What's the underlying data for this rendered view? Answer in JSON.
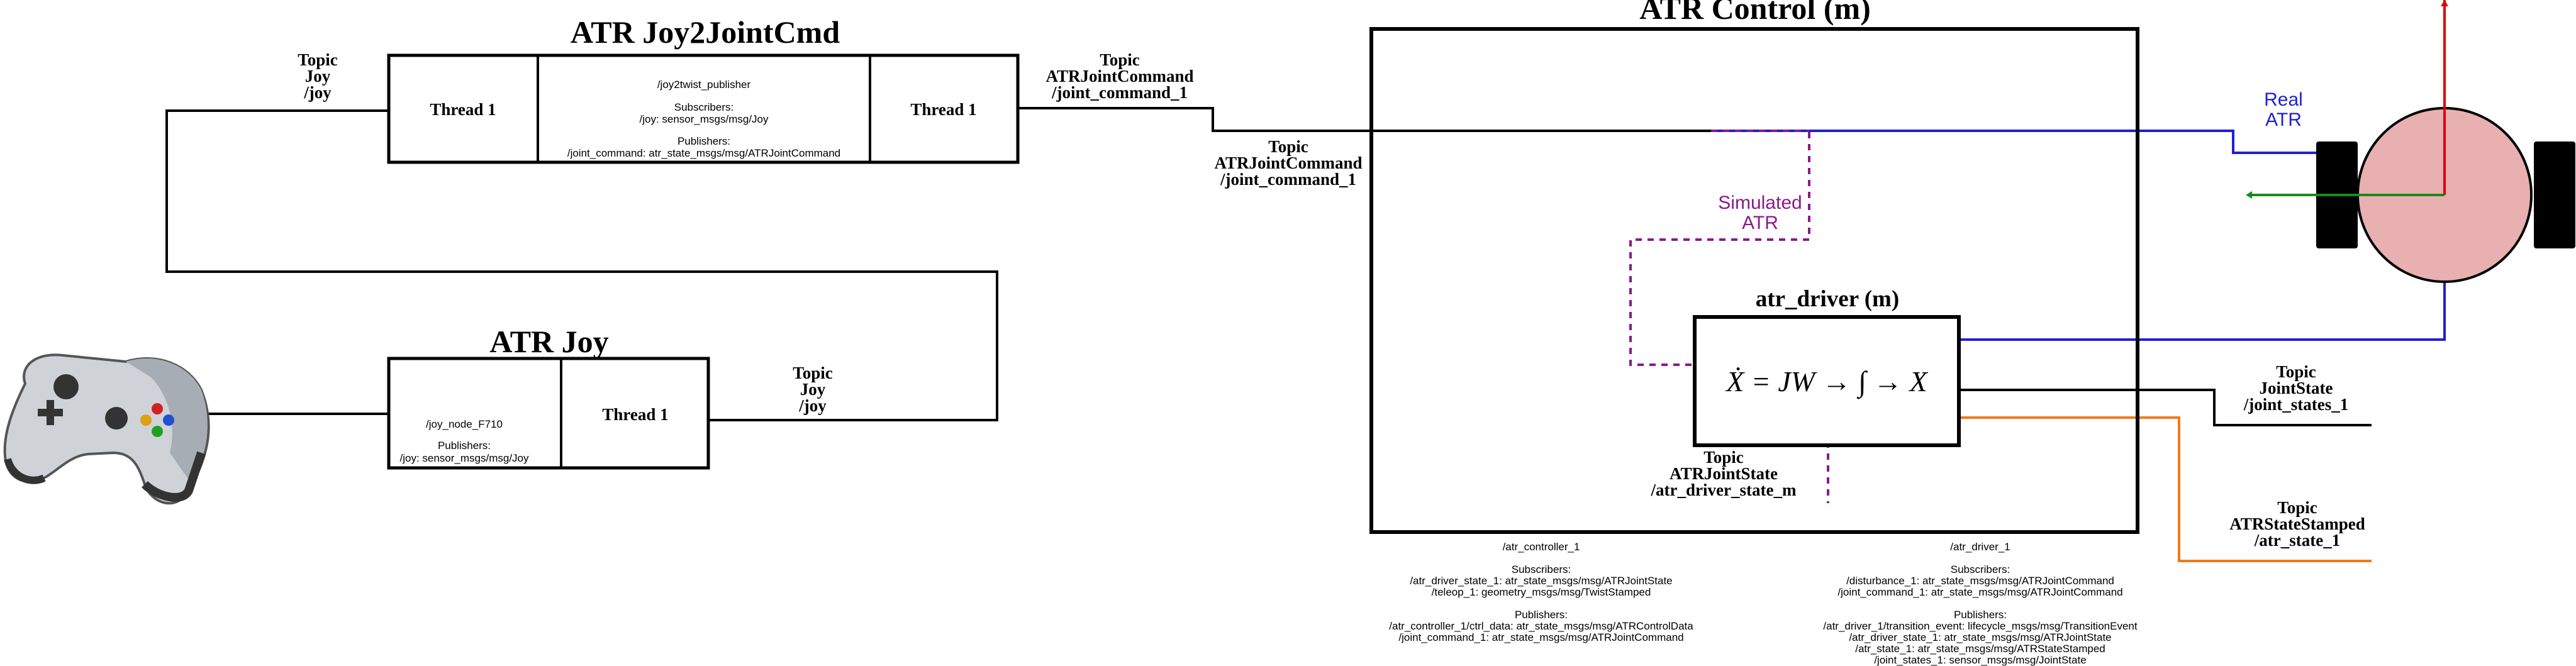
{
  "joy2jointcmd": {
    "title": "ATR Joy2JointCmd",
    "thread_left": "Thread 1",
    "thread_right": "Thread 1",
    "node_name": "/joy2twist_publisher",
    "subscribers_label": "Subscribers:",
    "subscriber_1": "/joy: sensor_msgs/msg/Joy",
    "publishers_label": "Publishers:",
    "publisher_1": "/joint_command: atr_state_msgs/msg/ATRJointCommand"
  },
  "joy": {
    "title": "ATR Joy",
    "node_name": "/joy_node_F710",
    "publishers_label": "Publishers:",
    "publisher_1": "/joy: sensor_msgs/msg/Joy",
    "thread": "Thread 1"
  },
  "control": {
    "title": "ATR Control (m)",
    "driver_title": "atr_driver (m)",
    "formula": "Ẋ = JW → ∫ → X"
  },
  "labels": {
    "topic_joy_left": [
      "Topic",
      "Joy",
      "/joy"
    ],
    "topic_joy_bottom": [
      "Topic",
      "Joy",
      "/joy"
    ],
    "topic_jointcmd_upper": [
      "Topic",
      "ATRJointCommand",
      "/joint_command_1"
    ],
    "topic_jointcmd_lower": [
      "Topic",
      "ATRJointCommand",
      "/joint_command_1"
    ],
    "topic_driver_state": [
      "Topic",
      "ATRJointState",
      "/atr_driver_state_m"
    ],
    "topic_joint_states": [
      "Topic",
      "JointState",
      "/joint_states_1"
    ],
    "topic_atr_state": [
      "Topic",
      "ATRStateStamped",
      "/atr_state_1"
    ],
    "simulated_atr": [
      "Simulated",
      "ATR"
    ],
    "real_atr": [
      "Real",
      "ATR"
    ]
  },
  "controller_info": {
    "node_name": "/atr_controller_1",
    "subscribers_label": "Subscribers:",
    "subscriber_1": "/atr_driver_state_1: atr_state_msgs/msg/ATRJointState",
    "subscriber_2": "/teleop_1: geometry_msgs/msg/TwistStamped",
    "publishers_label": "Publishers:",
    "publisher_1": "/atr_controller_1/ctrl_data: atr_state_msgs/msg/ATRControlData",
    "publisher_2": "/joint_command_1: atr_state_msgs/msg/ATRJointCommand"
  },
  "driver_info": {
    "node_name": "/atr_driver_1",
    "subscribers_label": "Subscribers:",
    "subscriber_1": "/disturbance_1: atr_state_msgs/msg/ATRJointCommand",
    "subscriber_2": "/joint_command_1: atr_state_msgs/msg/ATRJointCommand",
    "publishers_label": "Publishers:",
    "publisher_1": "/atr_driver_1/transition_event: lifecycle_msgs/msg/TransitionEvent",
    "publisher_2": "/atr_driver_state_1: atr_state_msgs/msg/ATRJointState",
    "publisher_3": "/atr_state_1: atr_state_msgs/msg/ATRStateStamped",
    "publisher_4": "/joint_states_1: sensor_msgs/msg/JointState"
  },
  "icons": {
    "gamepad": "gamepad-icon",
    "robot": "robot-top-view-icon"
  },
  "colors": {
    "line": "#000000",
    "real_link": "#1f1fd6",
    "simulated_link": "#8a1a8a",
    "atr_state_link": "#f07a1a",
    "robot_body": "#e8b0b0",
    "axis_x": "#e00000",
    "axis_y": "#1a8a1a"
  }
}
